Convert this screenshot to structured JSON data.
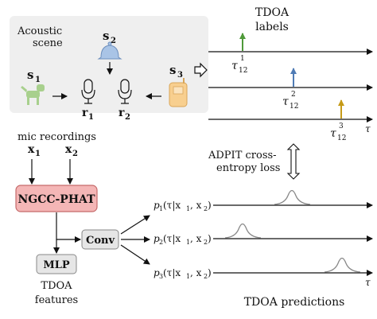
{
  "scene": {
    "title_line1": "Acoustic",
    "title_line2": "scene",
    "source_s1": "s",
    "source_s1_sub": "1",
    "source_s2": "s",
    "source_s2_sub": "2",
    "source_s3": "s",
    "source_s3_sub": "3",
    "mic_r1": "r",
    "mic_r1_sub": "1",
    "mic_r2": "r",
    "mic_r2_sub": "2"
  },
  "pipeline": {
    "recordings_label": "mic recordings",
    "x1": "x",
    "x1_sub": "1",
    "x2": "x",
    "x2_sub": "2",
    "ngcc_label": "NGCC-PHAT",
    "conv_label": "Conv",
    "mlp_label": "MLP",
    "features_line1": "TDOA",
    "features_line2": "features"
  },
  "labels_panel": {
    "title_line1": "TDOA",
    "title_line2": "labels",
    "tau1": "τ",
    "tau1_sup": "1",
    "tau1_sub": "12",
    "tau2": "τ",
    "tau2_sup": "2",
    "tau2_sub": "12",
    "tau3": "τ",
    "tau3_sup": "3",
    "tau3_sub": "12",
    "axis_tau": "τ"
  },
  "loss": {
    "line1": "ADPIT cross-",
    "line2": "entropy loss"
  },
  "predictions": {
    "p1": "p",
    "p1_sub": "1",
    "p1_args": "(τ|x",
    "p2": "p",
    "p2_sub": "2",
    "p3": "p",
    "p3_sub": "3",
    "arg_mid": ", x",
    "arg_end": ")",
    "args_sub1": "1",
    "args_sub2": "2",
    "axis_tau": "τ",
    "title": "TDOA predictions"
  },
  "colors": {
    "scene_bg": "#efefef",
    "ngcc_fill": "#f4b6b6",
    "ngcc_stroke": "#c56b6b",
    "box_fill": "#e6e6e6",
    "arrow_green": "#4f9a3a",
    "arrow_blue": "#4f7bb5",
    "arrow_gold": "#c59a17",
    "dog_green": "#a8d08d",
    "bell_blue": "#a9c4e6",
    "phone_orange": "#f8cf8f",
    "peak_gray": "#888888"
  }
}
